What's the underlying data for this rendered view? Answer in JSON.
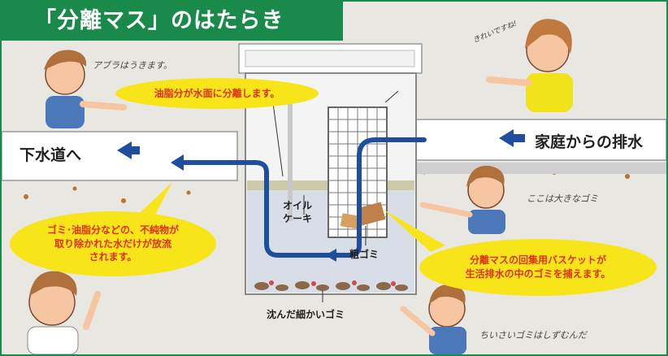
{
  "title": "「分離マス」のはたらき",
  "labels": {
    "sewer": "下水道へ",
    "household_drain": "家庭からの排水",
    "oil_cake_line1": "オイル",
    "oil_cake_line2": "ケーキ",
    "coarse_trash": "粗ゴミ",
    "sunk_fine_trash": "沈んだ細かいゴミ"
  },
  "bubbles": {
    "oil_separation": "油脂分が水面に分離します。",
    "discharge": [
      "ゴミ･油脂分などの、不純物が",
      "取り除かれた水だけが放流",
      "されます。"
    ],
    "basket": [
      "分離マスの回集用バスケットが",
      "生活排水の中のゴミを捕えます。"
    ]
  },
  "speech": {
    "oil_floats": "アブラはうきます。",
    "clean": "きれいですね!",
    "big_trash": "ここは大きなゴミ",
    "small_trash_sinks": "ちいさいゴミはしずむんだ"
  },
  "colors": {
    "title_bg": "#1a8a4a",
    "flow_arrow": "#1e4f9e",
    "bubble": "#f7e51a",
    "bubble_text": "#e03018"
  }
}
